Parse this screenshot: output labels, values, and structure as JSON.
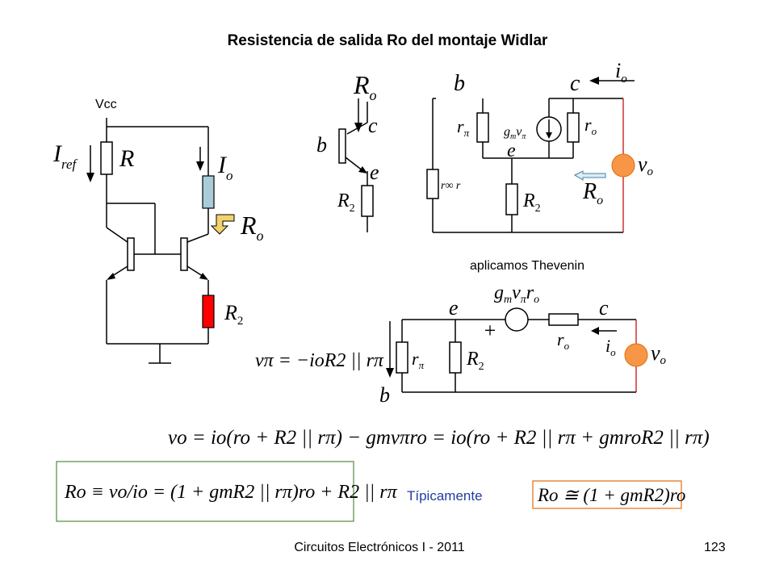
{
  "slide": {
    "title": "Resistencia de salida Ro del montaje Widlar",
    "footer": "Circuitos Electrónicos I - 2011",
    "page_number": "123",
    "thevenin_note": "aplicamos Thevenin",
    "tipicamente": "Típicamente"
  },
  "left_circuit": {
    "vcc": "Vcc",
    "iref_main": "I",
    "iref_sub": "ref",
    "r": "R",
    "io_main": "I",
    "io_sub": "o",
    "ro_main": "R",
    "ro_sub": "o",
    "r2_main": "R",
    "r2_sub": "2"
  },
  "transistor": {
    "ro_main": "R",
    "ro_sub": "o",
    "c": "c",
    "b": "b",
    "e": "e",
    "r2_main": "R",
    "r2_sub": "2"
  },
  "small_signal": {
    "b": "b",
    "c": "c",
    "e": "e",
    "io_main": "i",
    "io_sub": "o",
    "rpi_main": "r",
    "rpi_sub": "π",
    "gm_source": "g",
    "gm_sub": "m",
    "v_main": "v",
    "v_sub": "π",
    "ro_main": "r",
    "ro_sub": "o",
    "vo_main": "v",
    "vo_sub": "o",
    "parallel_label": "r∞  r",
    "r2_main": "R",
    "r2_sub": "2",
    "Ro_main": "R",
    "Ro_sub": "o"
  },
  "thevenin_circuit": {
    "source_label": "g",
    "e": "e",
    "c": "c",
    "b": "b",
    "plus": "+",
    "ro_main": "r",
    "ro_sub": "o",
    "io_main": "i",
    "io_sub": "o",
    "vo_main": "v",
    "vo_sub": "o",
    "rpi_main": "r",
    "rpi_sub": "π",
    "r2_main": "R",
    "r2_sub": "2",
    "vpi_equation": "vπ = −ioR2 || rπ"
  },
  "equations": {
    "vo_equation": "vo = io(ro + R2 || rπ) − gmvπro = io(ro + R2 || rπ + gmroR2 || rπ)",
    "ro_equation": "Ro ≡ vo/io = (1 + gmR2 || rπ)ro + R2 || rπ",
    "ro_typical": "Ro ≅ (1 + gmR2)ro"
  },
  "colors": {
    "io_resistor": "#a9cdd8",
    "r2_resistor": "#ff0000",
    "source_circle": "#f79646",
    "box_green": "#4f8a3c",
    "box_orange": "#e46c0a",
    "wire_red": "#c00000",
    "tip_text": "#1f3fa0",
    "arrow_fill": "#d9eef4"
  }
}
